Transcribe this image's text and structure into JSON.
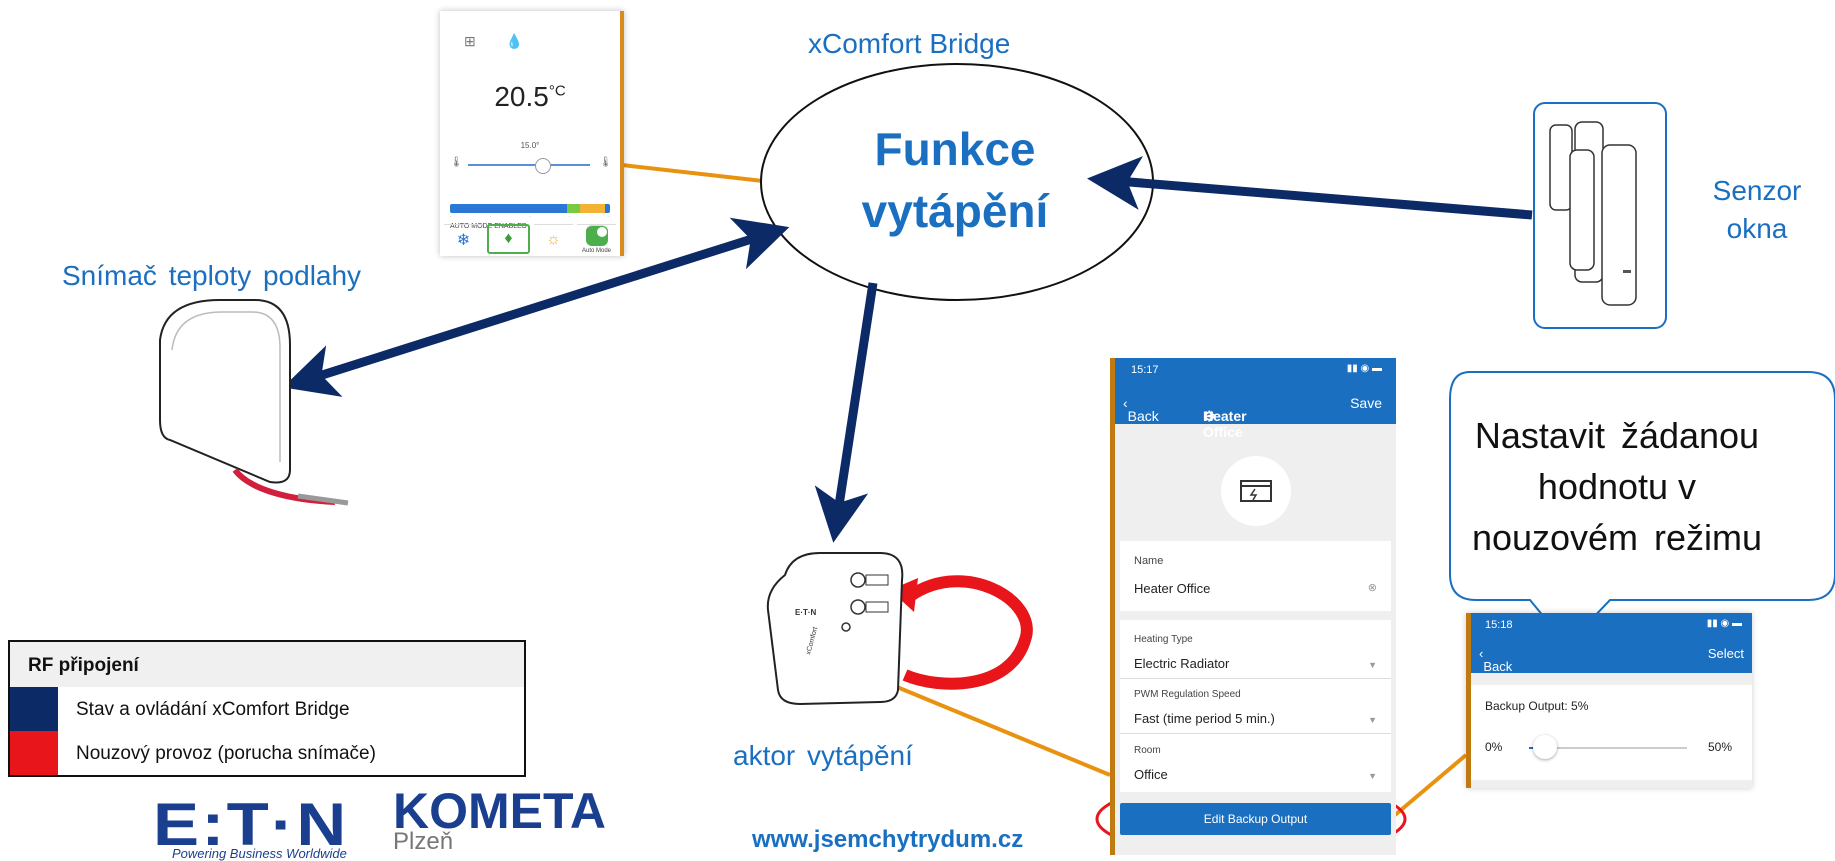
{
  "colors": {
    "accent_blue": "#1a6fc0",
    "arrow_navy": "#0c2a66",
    "connector_orange": "#e8920f",
    "emergency_red": "#e8161b"
  },
  "labels": {
    "bridge": "xComfort Bridge",
    "function_line1": "Funkce",
    "function_line2": "vytápění",
    "window_sensor_line1": "Senzor",
    "window_sensor_line2": "okna",
    "floor_sensor": "Snímač teploty podlahy",
    "actuator": "aktor vytápění",
    "callout_line1": "Nastavit žádanou",
    "callout_line2": "hodnotu v",
    "callout_line3": "nouzovém režimu",
    "website": "www.jsemchytrydum.cz"
  },
  "thermostat": {
    "temperature": "20.5",
    "unit": "°C",
    "setpoint": "15.0°",
    "status": "AUTO MODE ENABLED",
    "auto_label": "Auto Mode"
  },
  "phone1": {
    "time": "15:17",
    "back": "Back",
    "title": "Heater Office",
    "save": "Save",
    "name_label": "Name",
    "name_value": "Heater Office",
    "heating_type_label": "Heating Type",
    "heating_type_value": "Electric Radiator",
    "pwm_label": "PWM Regulation Speed",
    "pwm_value": "Fast (time period 5 min.)",
    "room_label": "Room",
    "room_value": "Office",
    "button": "Edit Backup Output"
  },
  "phone2": {
    "time": "15:18",
    "back": "Back",
    "select": "Select",
    "backup_label": "Backup Output: 5%",
    "min": "0%",
    "max": "50%",
    "slider_value_pct": 5
  },
  "legend": {
    "title_bold": "RF",
    "title_rest": "připojení",
    "items": [
      {
        "color": "#0c2a66",
        "label": "Stav a ovládání xComfort Bridge"
      },
      {
        "color": "#e8161b",
        "label": "Nouzový provoz (porucha snímače)"
      }
    ]
  },
  "logos": {
    "eaton": "E:T·N",
    "eaton_tagline": "Powering Business Worldwide",
    "kometa": "KOMETA",
    "plzen": "Plzeň"
  }
}
